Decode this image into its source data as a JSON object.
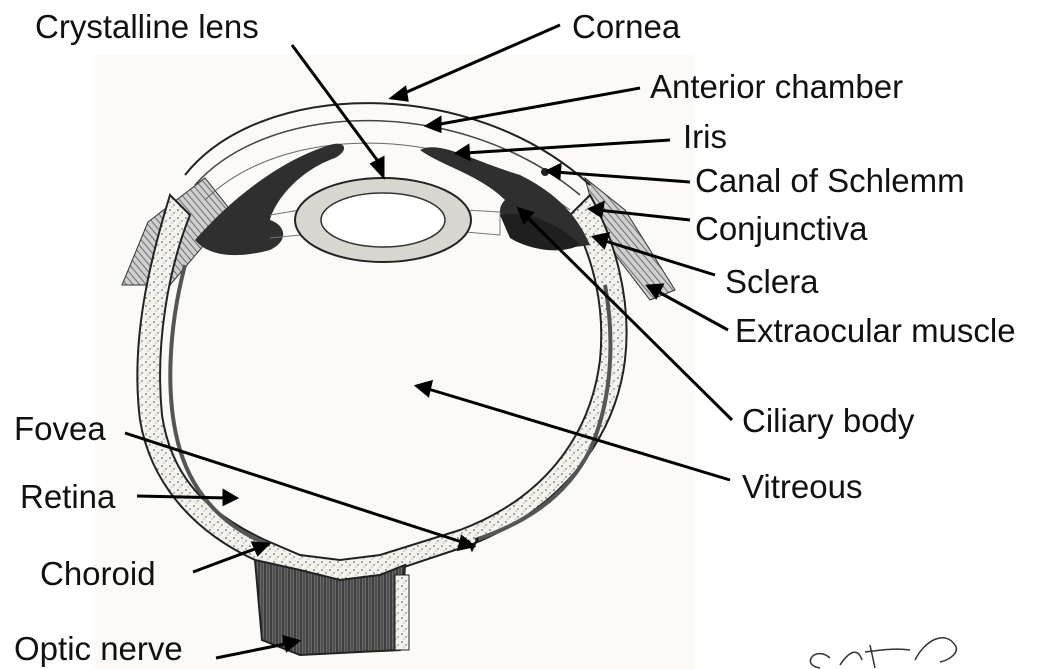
{
  "labels": {
    "crystalline_lens": "Crystalline lens",
    "cornea": "Cornea",
    "anterior_chamber": "Anterior chamber",
    "iris": "Iris",
    "canal_of_schlemm": "Canal of Schlemm",
    "conjunctiva": "Conjunctiva",
    "sclera": "Sclera",
    "extraocular_muscle": "Extraocular muscle",
    "ciliary_body": "Ciliary body",
    "vitreous": "Vitreous",
    "fovea": "Fovea",
    "retina": "Retina",
    "choroid": "Choroid",
    "optic_nerve": "Optic nerve"
  },
  "signature": "artist signature",
  "colors": {
    "background": "#ffffff",
    "paper": "#fbfaf7",
    "ink": "#111111",
    "iris_dark": "#2f2f2f",
    "lens_ring": "#d8d6cf",
    "choroid_band": "#555555"
  }
}
